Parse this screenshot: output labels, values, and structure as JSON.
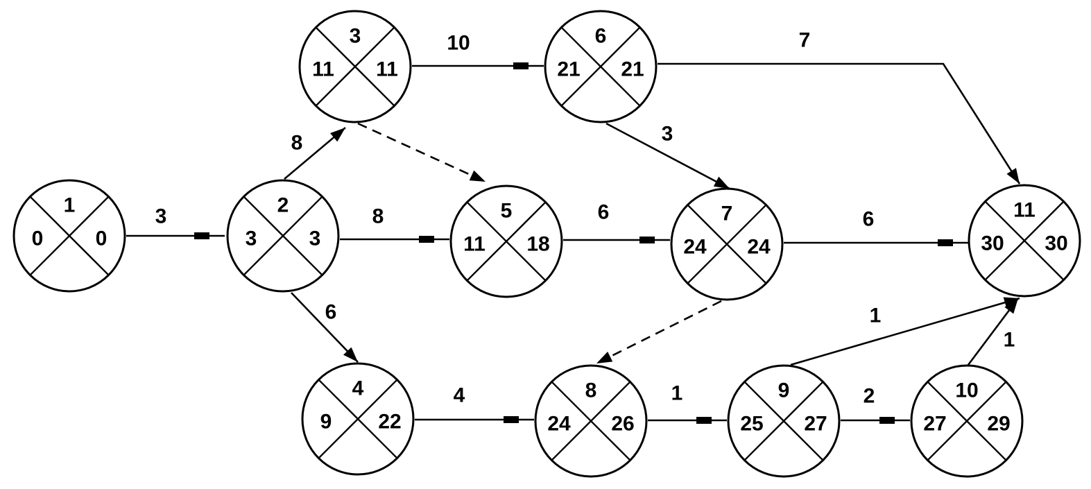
{
  "colors": {
    "stroke": "#000000",
    "background": "#ffffff"
  },
  "nodes": [
    {
      "id": "1",
      "early": "0",
      "late": "0"
    },
    {
      "id": "2",
      "early": "3",
      "late": "3"
    },
    {
      "id": "3",
      "early": "11",
      "late": "11"
    },
    {
      "id": "4",
      "early": "9",
      "late": "22"
    },
    {
      "id": "5",
      "early": "11",
      "late": "18"
    },
    {
      "id": "6",
      "early": "21",
      "late": "21"
    },
    {
      "id": "7",
      "early": "24",
      "late": "24"
    },
    {
      "id": "8",
      "early": "24",
      "late": "26"
    },
    {
      "id": "9",
      "early": "25",
      "late": "27"
    },
    {
      "id": "10",
      "early": "27",
      "late": "29"
    },
    {
      "id": "11",
      "early": "30",
      "late": "30"
    }
  ],
  "edges": [
    {
      "from": "1",
      "to": "2",
      "duration": "3",
      "style": "solid"
    },
    {
      "from": "2",
      "to": "3",
      "duration": "8",
      "style": "solid"
    },
    {
      "from": "2",
      "to": "5",
      "duration": "8",
      "style": "solid"
    },
    {
      "from": "2",
      "to": "4",
      "duration": "6",
      "style": "solid"
    },
    {
      "from": "3",
      "to": "6",
      "duration": "10",
      "style": "solid"
    },
    {
      "from": "3",
      "to": "5",
      "duration": "",
      "style": "dashed"
    },
    {
      "from": "6",
      "to": "11",
      "duration": "7",
      "style": "solid"
    },
    {
      "from": "6",
      "to": "7",
      "duration": "3",
      "style": "solid"
    },
    {
      "from": "5",
      "to": "7",
      "duration": "6",
      "style": "solid"
    },
    {
      "from": "7",
      "to": "11",
      "duration": "6",
      "style": "solid"
    },
    {
      "from": "7",
      "to": "8",
      "duration": "",
      "style": "dashed"
    },
    {
      "from": "4",
      "to": "8",
      "duration": "4",
      "style": "solid"
    },
    {
      "from": "8",
      "to": "9",
      "duration": "1",
      "style": "solid"
    },
    {
      "from": "9",
      "to": "10",
      "duration": "2",
      "style": "solid"
    },
    {
      "from": "9",
      "to": "11",
      "duration": "1",
      "style": "solid"
    },
    {
      "from": "10",
      "to": "11",
      "duration": "1",
      "style": "solid"
    }
  ]
}
